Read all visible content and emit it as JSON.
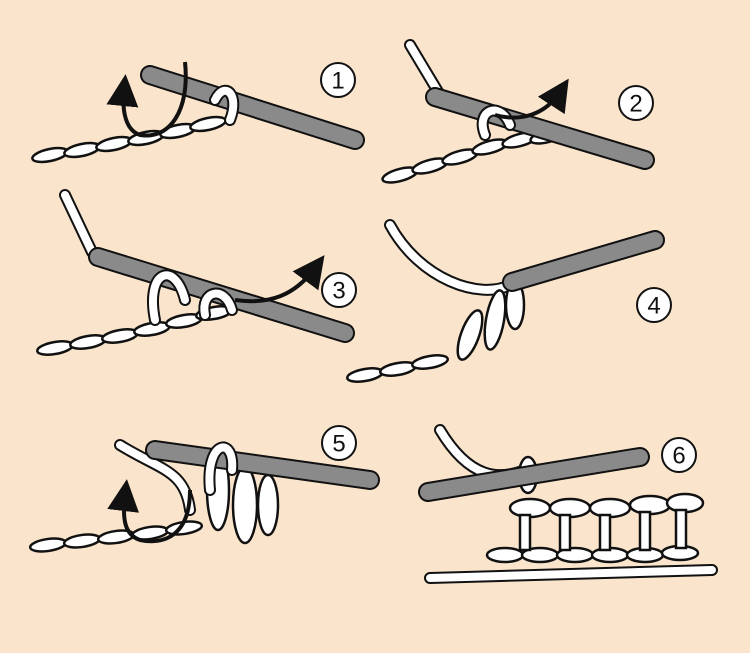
{
  "steps": [
    {
      "number": "1"
    },
    {
      "number": "2"
    },
    {
      "number": "3"
    },
    {
      "number": "4"
    },
    {
      "number": "5"
    },
    {
      "number": "6"
    }
  ],
  "colors": {
    "background": "#fae5cc",
    "hook": "#8a8a8a",
    "yarn": "#ffffff",
    "outline": "#111111"
  }
}
